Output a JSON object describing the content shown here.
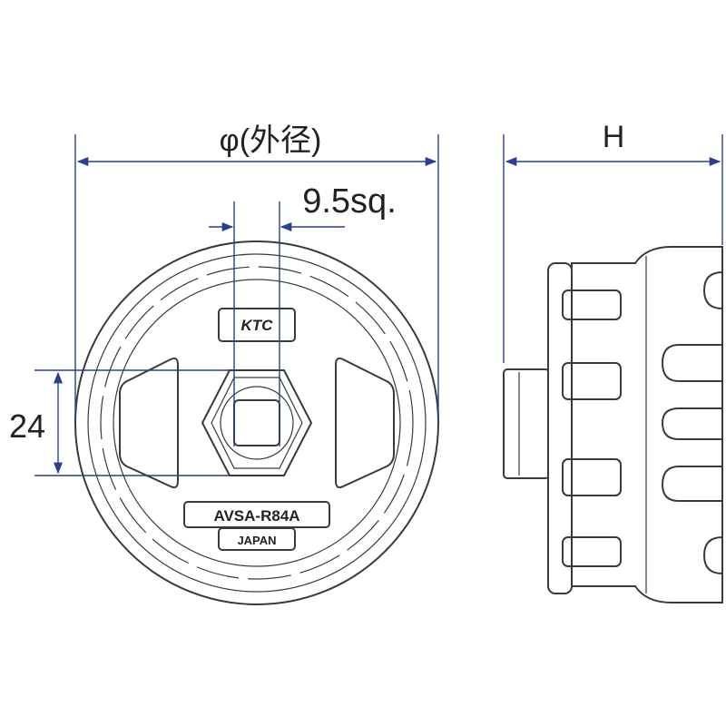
{
  "dimensions": {
    "outer_diameter": "φ(外径)",
    "height": "H",
    "square_drive": "9.5sq.",
    "hex_size": "24"
  },
  "part_markings": {
    "brand": "KTC",
    "model": "AVSA-R84A",
    "origin": "JAPAN"
  },
  "colors": {
    "dimension_line": "#2b3f8a",
    "outline": "#3a3a3a"
  }
}
